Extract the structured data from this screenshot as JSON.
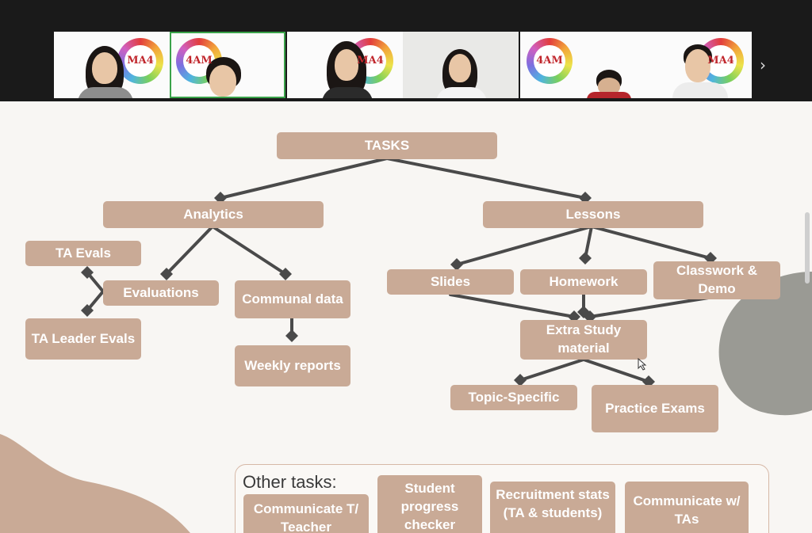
{
  "video_gallery": {
    "tiles": [
      {
        "id": "p1",
        "logo_text": "MA4",
        "active": false
      },
      {
        "id": "p2",
        "logo_text": "4AM",
        "active": true
      },
      {
        "id": "p3",
        "logo_text": "MA4",
        "active": false
      },
      {
        "id": "p4",
        "logo_text": "",
        "active": false
      },
      {
        "id": "p5",
        "logo_text": "4AM",
        "active": false
      },
      {
        "id": "p6",
        "logo_text": "MA4",
        "active": false
      }
    ],
    "next_icon": "chevron-right-icon",
    "next_glyph": "›"
  },
  "slide": {
    "root": "TASKS",
    "analytics": "Analytics",
    "lessons": "Lessons",
    "ta_evals": "TA Evals",
    "evaluations": "Evaluations",
    "ta_leader_evals": "TA Leader Evals",
    "communal_data": "Communal data",
    "weekly_reports": "Weekly reports",
    "slides": "Slides",
    "homework": "Homework",
    "classwork_demo": "Classwork & Demo",
    "extra_study": "Extra Study material",
    "topic_specific": "Topic-Specific",
    "practice_exams": "Practice Exams",
    "other_tasks_title": "Other tasks:",
    "other_tasks": [
      "Communicate T/ Teacher",
      "Student progress checker",
      "Recruitment stats (TA & students)",
      "Communicate w/ TAs"
    ]
  },
  "colors": {
    "node_fill": "#c9aa96",
    "line": "#4a4a4a",
    "active_border": "#3aa34a",
    "gray_blob": "#9a9a94",
    "tan_blob": "#c9aa96"
  }
}
